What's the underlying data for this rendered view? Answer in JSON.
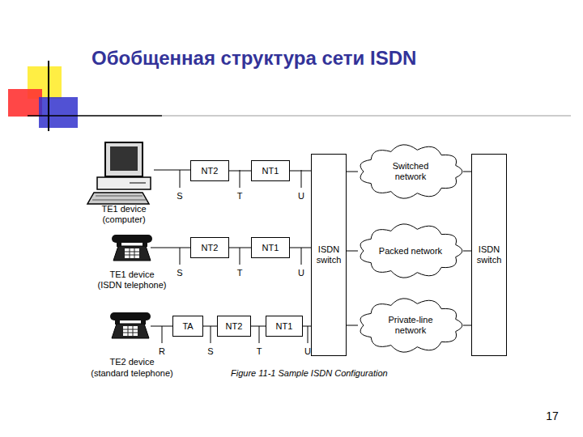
{
  "diagram": {
    "title": "Обобщенная структура сети ISDN",
    "caption": "Figure 11-1 Sample ISDN Configuration",
    "nodes": [
      {
        "text": [
          "NT2"
        ]
      },
      {
        "text": [
          "NT1"
        ]
      },
      {
        "text": [
          "ISDN switch"
        ]
      },
      {
        "text": [
          "Switched network"
        ]
      },
      {
        "text": [
          "ISDN switch"
        ]
      },
      {
        "text": [
          "NT2"
        ]
      },
      {
        "text": [
          "NT1"
        ]
      },
      {
        "text": [
          "Packed network"
        ]
      },
      {
        "text": [
          "TA"
        ]
      },
      {
        "text": [
          "NT2"
        ]
      },
      {
        "text": [
          "NT1"
        ]
      },
      {
        "text": [
          "Private-line network"
        ]
      }
    ],
    "edges": [
      {
        "from": 0,
        "to": 1,
        "arrow": "none"
      },
      {
        "from": 1,
        "to": 2,
        "arrow": "none"
      },
      {
        "from": 2,
        "to": 3,
        "arrow": "none"
      },
      {
        "from": 3,
        "to": 4,
        "arrow": "none"
      },
      {
        "from": 5,
        "to": 6,
        "arrow": "none"
      },
      {
        "from": 6,
        "to": 2,
        "arrow": "none"
      },
      {
        "from": 2,
        "to": 7,
        "arrow": "none"
      },
      {
        "from": 7,
        "to": 4,
        "arrow": "none"
      },
      {
        "from": 8,
        "to": 9,
        "arrow": "none"
      },
      {
        "from": 9,
        "to": 10,
        "arrow": "none"
      },
      {
        "from": 10,
        "to": 2,
        "arrow": "none"
      },
      {
        "from": 2,
        "to": 11,
        "arrow": "none"
      },
      {
        "from": 11,
        "to": 4,
        "arrow": "none"
      }
    ],
    "labels": [
      "TE1 device",
      "(computer)",
      "S",
      "T",
      "U",
      "TE1 device",
      "(ISDN telephone)",
      "S",
      "T",
      "U",
      "TE2 device",
      "(standard telephone)",
      "R",
      "S",
      "T",
      "U",
      "17"
    ]
  }
}
